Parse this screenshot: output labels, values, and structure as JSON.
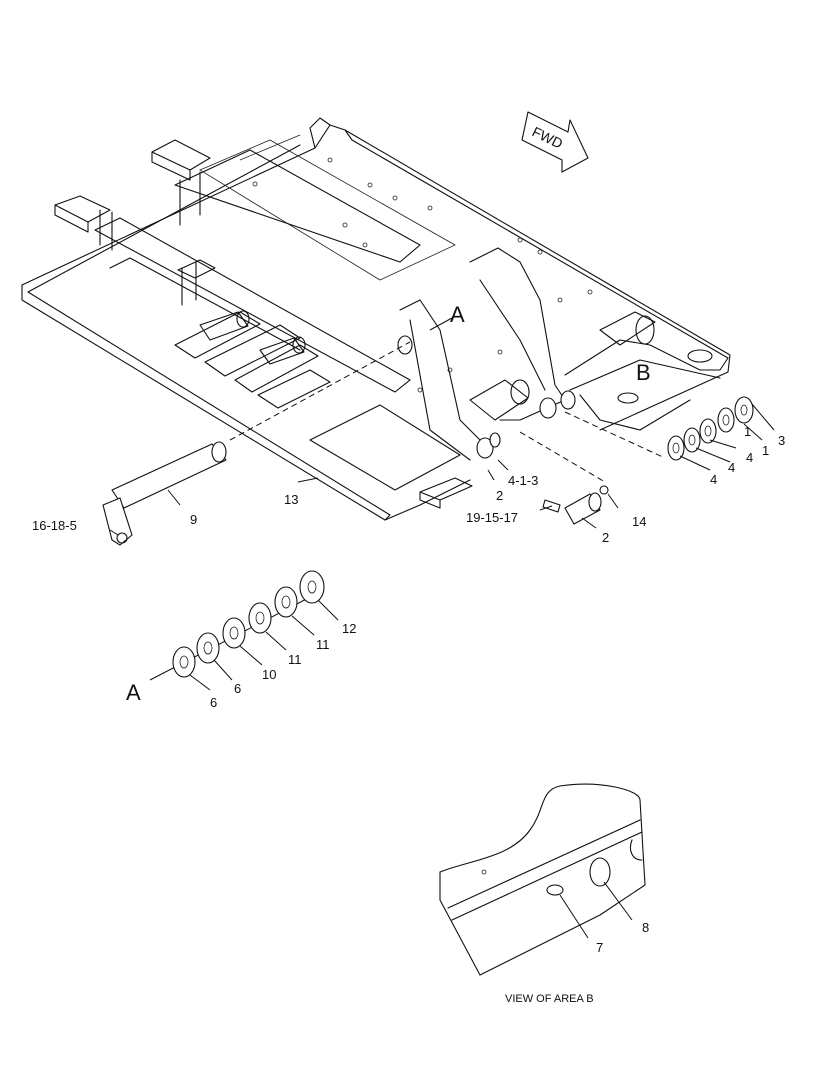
{
  "direction_arrow": "FWD",
  "caption": "VIEW OF AREA B",
  "callouts": {
    "c1a": "1",
    "c1b": "1",
    "c3": "3",
    "c4a": "4",
    "c4b": "4",
    "c4c": "4",
    "c2a": "2",
    "c2b": "2",
    "c413": "4-1-3",
    "c191517": "19-15-17",
    "c14": "14",
    "c13": "13",
    "c9": "9",
    "c16185": "16-18-5",
    "c12": "12",
    "c11a": "11",
    "c11b": "11",
    "c10": "10",
    "c6a": "6",
    "c6b": "6",
    "c7": "7",
    "c8": "8"
  },
  "view_letters": {
    "a_main": "A",
    "a_detail": "A",
    "b_main": "B"
  }
}
